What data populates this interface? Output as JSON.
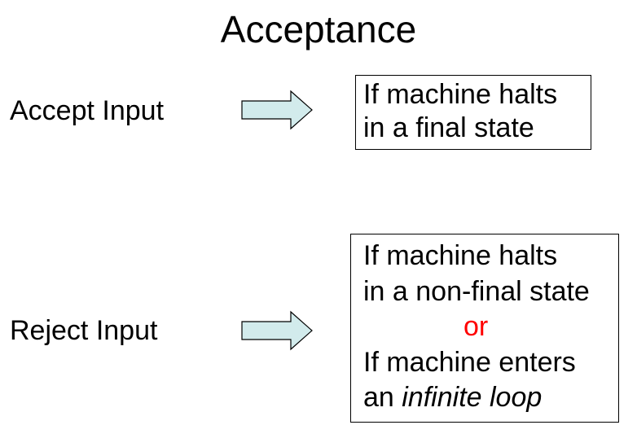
{
  "title": "Acceptance",
  "colors": {
    "arrow_fill": "#d2ebec",
    "arrow_stroke": "#000000",
    "or_text": "#ff0000"
  },
  "rows": {
    "accept": {
      "label": "Accept Input",
      "condition_lines": [
        "If machine halts",
        "in a final state"
      ]
    },
    "reject": {
      "label": "Reject Input",
      "condition_lines": [
        "If machine halts",
        "in a non-final state"
      ],
      "or_text": "or",
      "loop_lines": [
        "If machine enters"
      ],
      "last_line_prefix": "an ",
      "last_line_emphasis": "infinite loop"
    }
  }
}
